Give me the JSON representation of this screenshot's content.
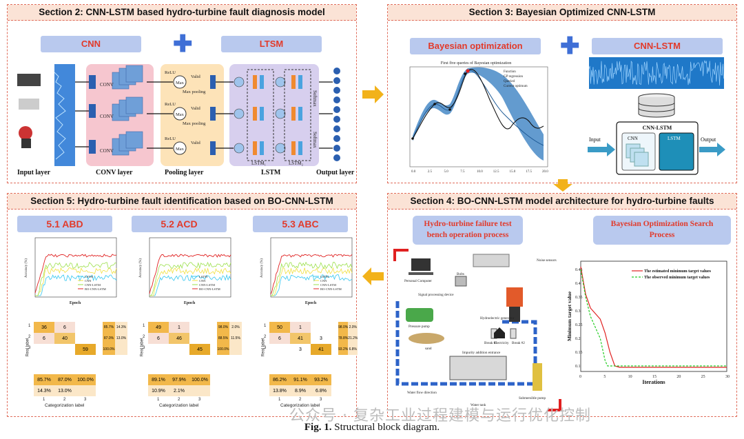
{
  "sec2": {
    "title": "Section 2: CNN-LSTM based hydro-turbine fault diagnosis model",
    "cnn": "CNN",
    "lstm": "LTSM",
    "labels": [
      "Input layer",
      "CONV layer",
      "Pooling layer",
      "LSTM",
      "Output layer"
    ],
    "conv": "CONV",
    "relu": "ReLU",
    "max": "Max",
    "valid": "Valid",
    "maxpool": "Max pooling",
    "softmax": "Softmax",
    "lstm1": "LSTM₁",
    "lstm2": "LSTM₂"
  },
  "sec3": {
    "title": "Section 3: Bayesian Optimized CNN-LSTM",
    "bo": "Bayesian optimization",
    "cnnlstm": "CNN-LSTM",
    "plot_title": "First five queries of Bayesian optimization",
    "legend": [
      "Function",
      "GP regression",
      "Queried",
      "Current optimum"
    ],
    "xticks": [
      "0.0",
      "2.5",
      "5.0",
      "7.5",
      "10.0",
      "12.5",
      "15.0",
      "17.5",
      "20.0"
    ],
    "arch_title": "CNN-LSTM",
    "input": "Input",
    "output": "Output",
    "arch_cnn": "CNN",
    "arch_lstm": "LSTM"
  },
  "sec4": {
    "title": "Section 4: BO-CNN-LSTM model architecture for hydro-turbine faults",
    "box1": "Hydro-turbine failure test bench operation process",
    "box2": "Bayesian Optimization Search Process",
    "bench": {
      "personal_computer": "Personal Computer",
      "noise": "Noise sensors",
      "signal": "Signal processing device",
      "bolts": "Bolts",
      "pressure_pump": "Pressure pump",
      "hydroelectric": "Hydroelectric generator",
      "sand": "sand",
      "break1": "Break #1",
      "break2": "Break #2",
      "electricity": "Electricity",
      "impurity": "Impurity addition entrance",
      "water_flow": "Water flow direction",
      "water_tank": "Water tank",
      "submersible": "Submersible pump"
    },
    "bo_plot": {
      "ylabel": "Minimum target value",
      "xlabel": "Iterations",
      "legend": [
        "The estimated minimum target values",
        "The observed minimum target values"
      ],
      "yticks": [
        "0.1",
        "0.15",
        "0.2",
        "0.25",
        "0.3",
        "0.35",
        "0.4",
        "0.45"
      ],
      "xticks": [
        "0",
        "5",
        "10",
        "15",
        "20",
        "25",
        "30"
      ],
      "colors": {
        "estimated": "#e02020",
        "observed": "#22cc22"
      }
    }
  },
  "sec5": {
    "title": "Section 5: Hydro-turbine fault identification based on BO-CNN-LSTM",
    "panels": [
      {
        "name": "5.1 ABD",
        "cm": [
          [
            "36",
            "6",
            ""
          ],
          [
            "6",
            "40",
            ""
          ],
          [
            "",
            "",
            "59"
          ]
        ],
        "right": [
          [
            "85.7%",
            "14.3%"
          ],
          [
            "87.0%",
            "13.0%"
          ],
          [
            "100.0%",
            ""
          ]
        ],
        "bottom": [
          [
            "85.7%",
            "87.0%",
            "100.0%"
          ],
          [
            "14.3%",
            "13.0%",
            ""
          ]
        ]
      },
      {
        "name": "5.2 ACD",
        "cm": [
          [
            "49",
            "1",
            ""
          ],
          [
            "6",
            "46",
            ""
          ],
          [
            "",
            "",
            "45"
          ]
        ],
        "right": [
          [
            "98.0%",
            "2.0%"
          ],
          [
            "88.5%",
            "11.5%"
          ],
          [
            "100.0%",
            ""
          ]
        ],
        "bottom": [
          [
            "89.1%",
            "97.9%",
            "100.0%"
          ],
          [
            "10.9%",
            "2.1%",
            ""
          ]
        ]
      },
      {
        "name": "5.3 ABC",
        "cm": [
          [
            "50",
            "1",
            ""
          ],
          [
            "6",
            "41",
            "3"
          ],
          [
            "",
            "3",
            "41"
          ]
        ],
        "right": [
          [
            "98.0%",
            "2.0%"
          ],
          [
            "78.8%",
            "21.2%"
          ],
          [
            "93.2%",
            "6.8%"
          ]
        ],
        "bottom": [
          [
            "86.2%",
            "91.1%",
            "93.2%"
          ],
          [
            "13.8%",
            "8.9%",
            "6.8%"
          ]
        ]
      }
    ],
    "legend": [
      "LSTM",
      "CNN",
      "CNN-LSTM",
      "BO-CNN-LSTM"
    ],
    "legend_colors": [
      "#33c6ef",
      "#f0e040",
      "#9be04a",
      "#e02020"
    ],
    "acc_ylabel": "Accuracy (%)",
    "epoch": "Epoch",
    "real_label": "Real label",
    "cat_label": "Categorization label",
    "axis_nums": [
      "1",
      "2",
      "3"
    ]
  },
  "caption": {
    "fig": "Fig. 1.",
    "text": "Structural block diagram."
  },
  "watermark": "公众号 · 复杂工业过程建模与运行优化控制"
}
